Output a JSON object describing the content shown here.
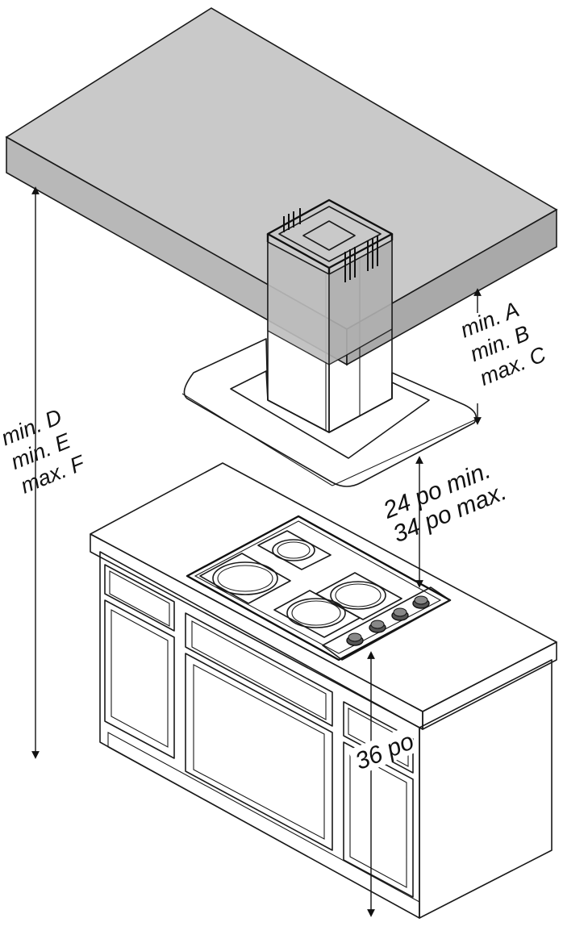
{
  "labels": {
    "ceiling_dims": [
      "min.  A",
      "min.  B",
      "max.  C"
    ],
    "overall_dims": [
      "min.  D",
      "min.  E",
      "max.  F"
    ],
    "hood_clearance_min": "24 po min.",
    "hood_clearance_max": "34 po max.",
    "counter_height": "36 po"
  },
  "colors": {
    "ceiling_top": "#c9c9c9",
    "ceiling_front": "#b8b8b8",
    "ceiling_side": "#a9a9a9",
    "line": "#1a1a1a",
    "background": "#ffffff"
  }
}
